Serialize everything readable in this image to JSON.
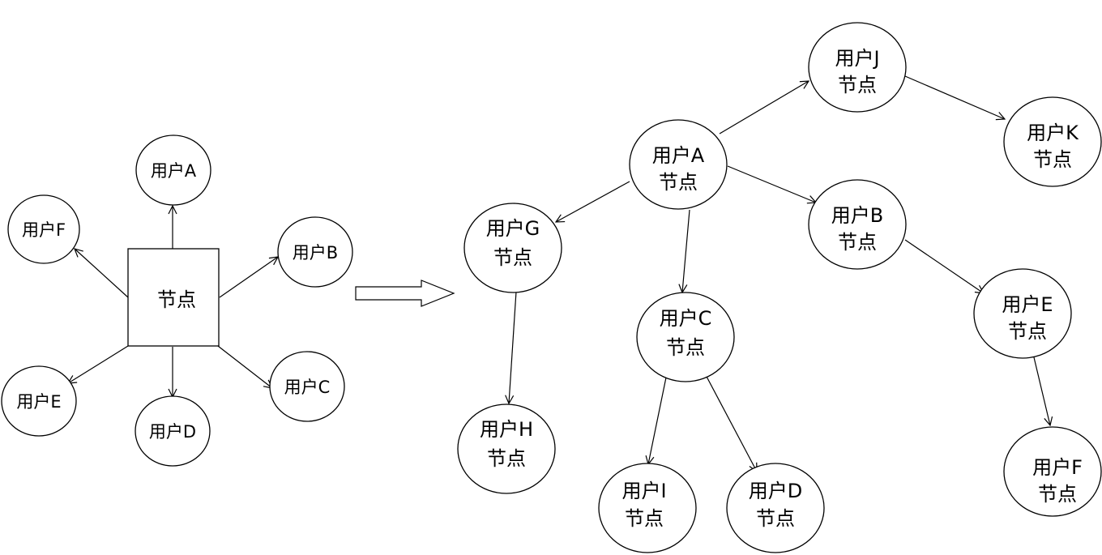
{
  "left": {
    "center": {
      "label": "节点"
    },
    "users": {
      "a": "用户A",
      "b": "用户B",
      "c": "用户C",
      "d": "用户D",
      "e": "用户E",
      "f": "用户F"
    }
  },
  "right": {
    "node_suffix": "节点",
    "nodes": {
      "a": "用户A",
      "b": "用户B",
      "c": "用户C",
      "d": "用户D",
      "e": "用户E",
      "f": "用户F",
      "g": "用户G",
      "h": "用户H",
      "i": "用户I",
      "j": "用户J",
      "k": "用户K"
    }
  }
}
